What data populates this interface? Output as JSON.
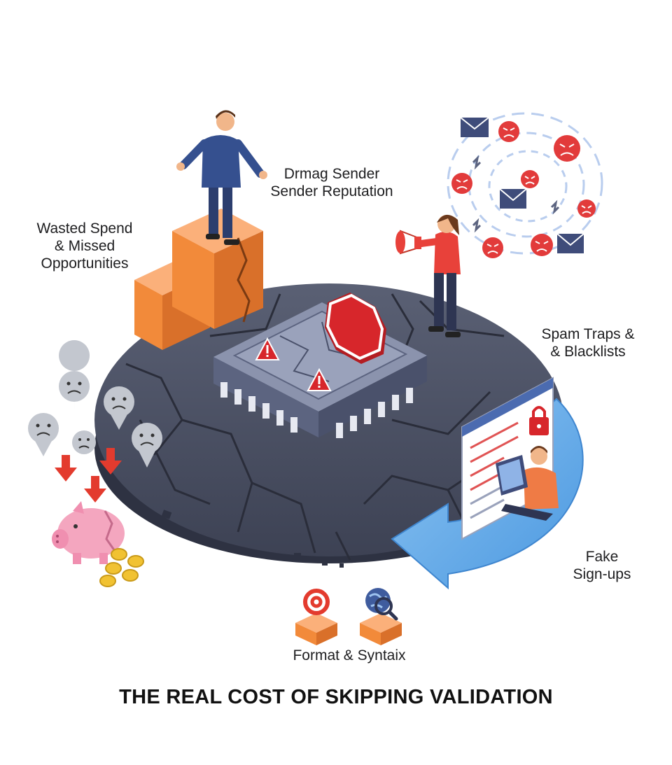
{
  "labels": {
    "reputation": {
      "line1": "Drmag Sender",
      "line2": "Sender Reputation"
    },
    "wasted": {
      "line1": "Wasted Spend",
      "line2": "& Missed",
      "line3": "Opportunities"
    },
    "spam": {
      "line1": "Spam Traps &",
      "line2": "& Blacklists"
    },
    "fake": {
      "line1": "Fake",
      "line2": "Sign-ups"
    },
    "format": {
      "line1": "Format & Syntaix"
    }
  },
  "title": "THE REAL COST OF SKIPPING VALIDATION",
  "icons": [
    "warning-icon",
    "stop-sign-icon",
    "megaphone-icon",
    "envelope-icon",
    "angry-face-icon",
    "sad-face-icon",
    "down-arrow-icon",
    "piggy-bank-icon",
    "coin-icon",
    "lock-icon",
    "laptop-icon",
    "at-sign-icon",
    "globe-icon",
    "magnifier-icon"
  ],
  "colors": {
    "platform": "#4a4f62",
    "chip": "#7a829c",
    "orange": "#f28a3a",
    "red": "#d7262b",
    "blue": "#5fa9e8",
    "pink": "#f4a6bf",
    "gold": "#f1c232"
  }
}
